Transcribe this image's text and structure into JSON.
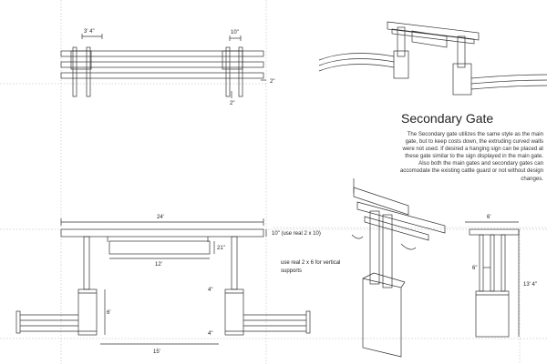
{
  "title": "Secondary Gate",
  "description": "The Secondary gate utilizes the same style as the main gate, but to keep costs down, the extruding curved walls were not used.  If desired a hanging sign can be placed at these gate similar to the sign displayed in the main gate.  Also both the main gates and secondary gates can accomodate the existing cattle guard or not without design changes.",
  "note": "use real 2 x 6 for vertical supports",
  "dimensions": {
    "plan_post_spacing": "3' 4\"",
    "plan_post_width": "10\"",
    "plan_gap_right": "2\"",
    "plan_gap_bottom": "2\"",
    "elev_overall_width": "24'",
    "elev_beam_depth": "10\" (use real 2 x 10)",
    "elev_sign_height": "21\"",
    "elev_sign_width": "12'",
    "elev_post_height": "6'",
    "elev_post_gap_top": "4\"",
    "elev_post_gap_bottom": "4\"",
    "elev_opening": "15'",
    "side_top_width": "6'",
    "side_post_gap": "6\"",
    "side_total_height": "13' 4\""
  }
}
